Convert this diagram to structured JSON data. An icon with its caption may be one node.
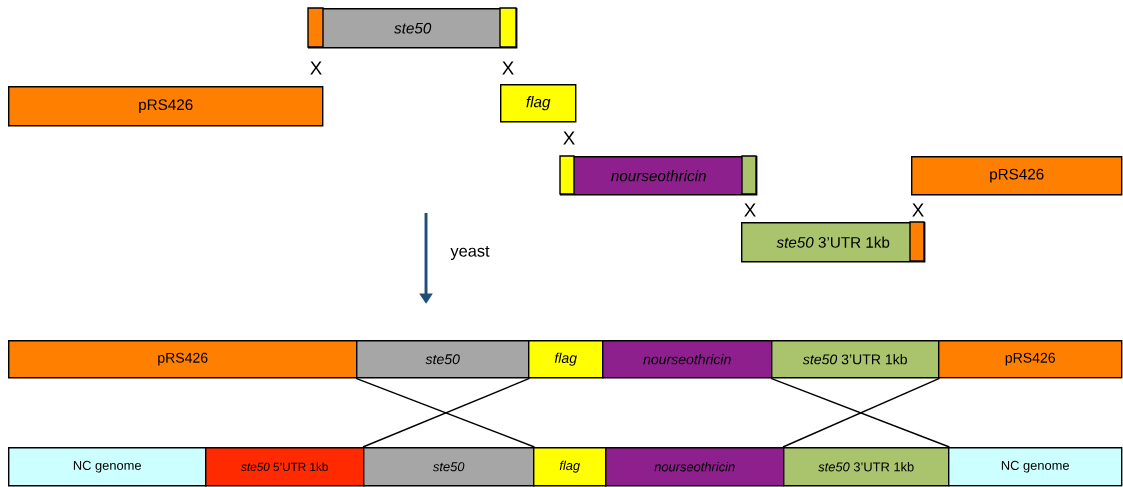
{
  "diagram": {
    "nodes": [
      {
        "text": [
          "ste50"
        ]
      },
      {
        "text": [
          "pRS426"
        ]
      },
      {
        "text": [
          "flag"
        ]
      },
      {
        "text": [
          "nourseothricin"
        ]
      },
      {
        "text": [
          "pRS426"
        ]
      },
      {
        "text": [
          "*ste50* 3’UTR 1kb"
        ]
      },
      {
        "text": [
          "pRS426"
        ]
      },
      {
        "text": [
          "ste50"
        ]
      },
      {
        "text": [
          "flag"
        ]
      },
      {
        "text": [
          "nourseothricin"
        ]
      },
      {
        "text": [
          "*ste50* 3’UTR 1kb"
        ]
      },
      {
        "text": [
          "pRS426"
        ]
      },
      {
        "text": [
          "NC genome"
        ]
      },
      {
        "text": [
          "*ste50* 5’UTR 1kb"
        ]
      },
      {
        "text": [
          "ste50"
        ]
      },
      {
        "text": [
          "flag"
        ]
      },
      {
        "text": [
          "nourseothricin"
        ]
      },
      {
        "text": [
          "*ste50* 3’UTR 1kb"
        ]
      },
      {
        "text": [
          "NC genome"
        ]
      }
    ],
    "edges": [
      {
        "from": 7,
        "to": 14,
        "arrow": "none"
      },
      {
        "from": 7,
        "to": 14,
        "arrow": "none"
      },
      {
        "from": 10,
        "to": 17,
        "arrow": "none"
      },
      {
        "from": 10,
        "to": 17,
        "arrow": "none"
      }
    ],
    "labels": [
      "X",
      "X",
      "X",
      "X",
      "X",
      "yeast"
    ]
  }
}
